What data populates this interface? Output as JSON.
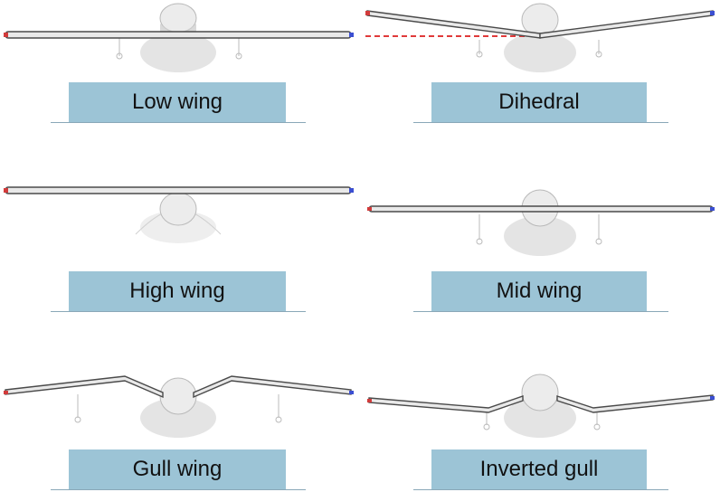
{
  "colors": {
    "label_fill": "#9cc4d6",
    "baseline": "#8aa8b8",
    "wing_stroke": "#4a4a4a",
    "wing_fill": "#e9e9e9",
    "tip_red": "#d23b3b",
    "tip_blue": "#3b4fd2",
    "reference_line": "#e03a3a",
    "shadow": "#cfcfcf"
  },
  "panels": [
    {
      "label": "Low wing"
    },
    {
      "label": "Dihedral"
    },
    {
      "label": "High wing"
    },
    {
      "label": "Mid wing"
    },
    {
      "label": "Gull wing"
    },
    {
      "label": "Inverted gull"
    }
  ]
}
